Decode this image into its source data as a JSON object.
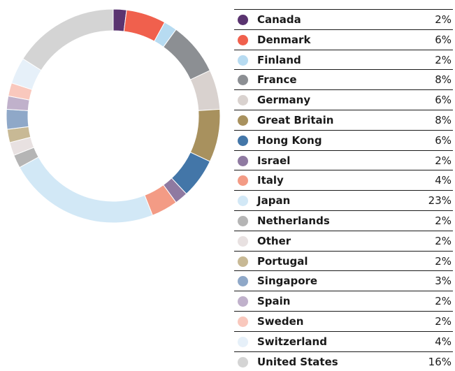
{
  "chart_data": {
    "type": "pie",
    "style": "donut",
    "legend_placement": "right",
    "start_angle_deg": 0,
    "direction": "clockwise",
    "unit": "%",
    "slices": [
      {
        "label": "Canada",
        "value": 2,
        "display": "2%",
        "color": "#5a3470"
      },
      {
        "label": "Denmark",
        "value": 6,
        "display": "6%",
        "color": "#f0604d"
      },
      {
        "label": "Finland",
        "value": 2,
        "display": "2%",
        "color": "#b7dbf1"
      },
      {
        "label": "France",
        "value": 8,
        "display": "8%",
        "color": "#8c8f93"
      },
      {
        "label": "Germany",
        "value": 6,
        "display": "6%",
        "color": "#d9d2cf"
      },
      {
        "label": "Great Britain",
        "value": 8,
        "display": "8%",
        "color": "#a8915e"
      },
      {
        "label": "Hong Kong",
        "value": 6,
        "display": "6%",
        "color": "#4376a8"
      },
      {
        "label": "Israel",
        "value": 2,
        "display": "2%",
        "color": "#8f7aa1"
      },
      {
        "label": "Italy",
        "value": 4,
        "display": "4%",
        "color": "#f39b85"
      },
      {
        "label": "Japan",
        "value": 23,
        "display": "23%",
        "color": "#d2e8f6"
      },
      {
        "label": "Netherlands",
        "value": 2,
        "display": "2%",
        "color": "#b5b5b5"
      },
      {
        "label": "Other",
        "value": 2,
        "display": "2%",
        "color": "#e8e1e1"
      },
      {
        "label": "Portugal",
        "value": 2,
        "display": "2%",
        "color": "#c8b995"
      },
      {
        "label": "Singapore",
        "value": 3,
        "display": "3%",
        "color": "#8fa8c8"
      },
      {
        "label": "Spain",
        "value": 2,
        "display": "2%",
        "color": "#c0b1cb"
      },
      {
        "label": "Sweden",
        "value": 2,
        "display": "2%",
        "color": "#f9c8bd"
      },
      {
        "label": "Switzerland",
        "value": 4,
        "display": "4%",
        "color": "#e6f0f9"
      },
      {
        "label": "United States",
        "value": 16,
        "display": "16%",
        "color": "#d4d4d4"
      }
    ]
  }
}
